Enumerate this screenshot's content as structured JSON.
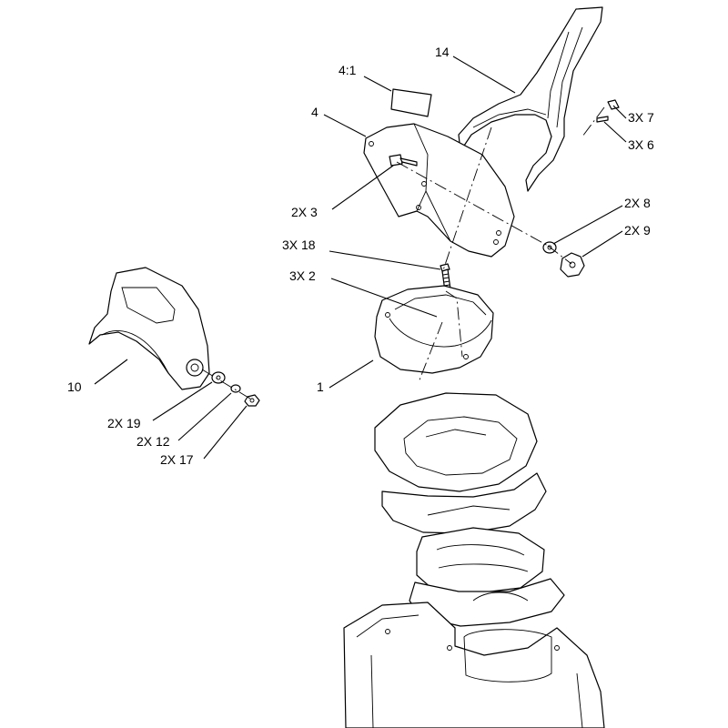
{
  "diagram": {
    "callouts": {
      "c14": "14",
      "c41": "4:1",
      "c4": "4",
      "c3x7": "3X 7",
      "c3x6": "3X 6",
      "c2x3": "2X 3",
      "c2x8": "2X 8",
      "c2x9": "2X 9",
      "c3x18": "3X 18",
      "c3x2": "3X 2",
      "c10": "10",
      "c1": "1",
      "c2x19": "2X 19",
      "c2x12": "2X 12",
      "c2x17": "2X 17"
    }
  }
}
